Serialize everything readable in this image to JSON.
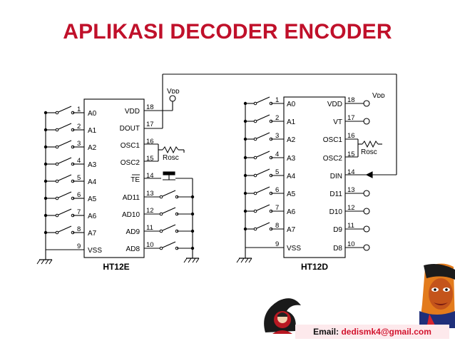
{
  "title": "APLIKASI DECODER ENCODER",
  "encoder": {
    "name": "HT12E",
    "left_pins": [
      {
        "num": "1",
        "label": "A0"
      },
      {
        "num": "2",
        "label": "A1"
      },
      {
        "num": "3",
        "label": "A2"
      },
      {
        "num": "4",
        "label": "A3"
      },
      {
        "num": "5",
        "label": "A4"
      },
      {
        "num": "6",
        "label": "A5"
      },
      {
        "num": "7",
        "label": "A6"
      },
      {
        "num": "8",
        "label": "A7"
      },
      {
        "num": "9",
        "label": "VSS"
      }
    ],
    "right_pins": [
      {
        "num": "18",
        "label": "VDD"
      },
      {
        "num": "17",
        "label": "DOUT"
      },
      {
        "num": "16",
        "label": "OSC1"
      },
      {
        "num": "15",
        "label": "OSC2"
      },
      {
        "num": "14",
        "label": "TE"
      },
      {
        "num": "13",
        "label": "AD11"
      },
      {
        "num": "12",
        "label": "AD10"
      },
      {
        "num": "11",
        "label": "AD9"
      },
      {
        "num": "10",
        "label": "AD8"
      }
    ],
    "vdd_label": "Vᴅᴅ",
    "rosc_label": "Rosc"
  },
  "decoder": {
    "name": "HT12D",
    "left_pins": [
      {
        "num": "1",
        "label": "A0"
      },
      {
        "num": "2",
        "label": "A1"
      },
      {
        "num": "3",
        "label": "A2"
      },
      {
        "num": "4",
        "label": "A3"
      },
      {
        "num": "5",
        "label": "A4"
      },
      {
        "num": "6",
        "label": "A5"
      },
      {
        "num": "7",
        "label": "A6"
      },
      {
        "num": "8",
        "label": "A7"
      },
      {
        "num": "9",
        "label": "VSS"
      }
    ],
    "right_pins": [
      {
        "num": "18",
        "label": "VDD"
      },
      {
        "num": "17",
        "label": "VT"
      },
      {
        "num": "16",
        "label": "OSC1"
      },
      {
        "num": "15",
        "label": "OSC2"
      },
      {
        "num": "14",
        "label": "DIN"
      },
      {
        "num": "13",
        "label": "D11"
      },
      {
        "num": "12",
        "label": "D10"
      },
      {
        "num": "11",
        "label": "D9"
      },
      {
        "num": "10",
        "label": "D8"
      }
    ],
    "vdd_label": "Vᴅᴅ",
    "rosc_label": "Rosc"
  },
  "footer": {
    "email_label": "Email:",
    "email": "dedismk4@gmail.com"
  },
  "colors": {
    "title": "#c0102a",
    "email": "#d2142e"
  },
  "icons": [
    "ground-icon",
    "switch-icon",
    "resistor-icon",
    "push-button-icon",
    "logo-icon",
    "portrait-icon"
  ]
}
